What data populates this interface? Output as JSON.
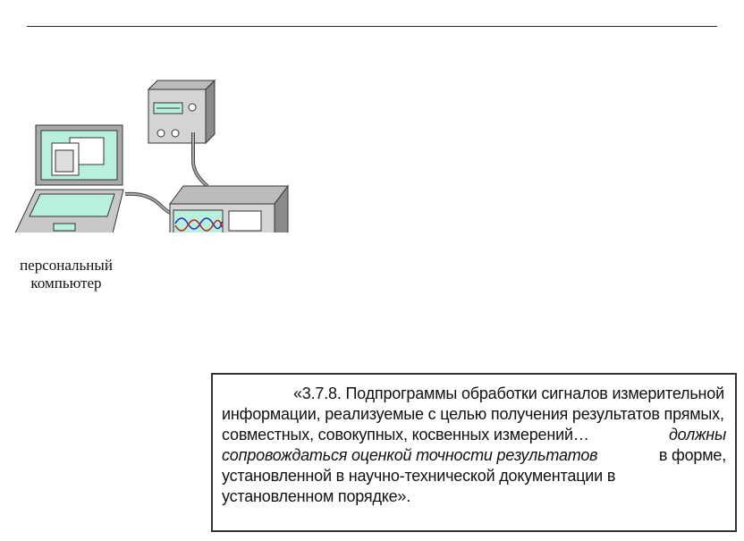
{
  "caption": [
    "персональный",
    "компьютер"
  ],
  "quote": {
    "lines": [
      [
        "«3.7.8. Подпрограммы обработки сигналов измерительной"
      ],
      [
        "информации, реализуемые с целью получения результатов прямых,"
      ],
      [
        "совместных, совокупных, косвенных измерений…",
        "должны"
      ],
      [
        "сопровождаться оценкой точности результатов",
        "в форме,"
      ],
      [
        "установленной в научно-технической документации в"
      ],
      [
        "установленном порядке»."
      ]
    ]
  }
}
